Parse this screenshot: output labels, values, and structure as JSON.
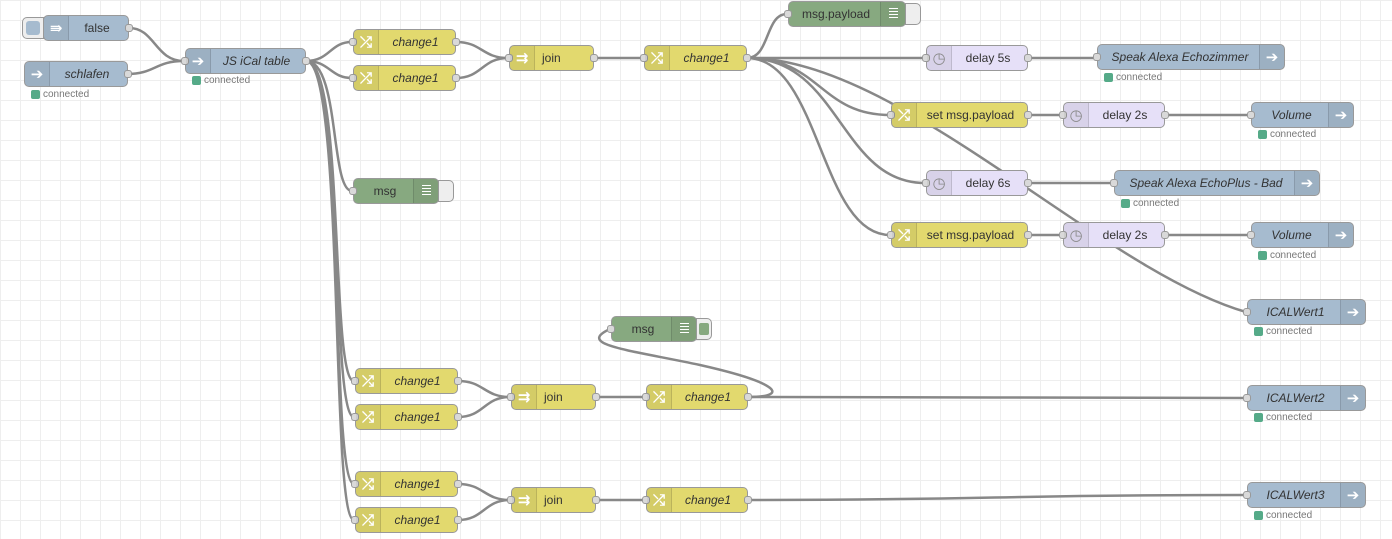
{
  "status_text": "connected",
  "nodes": {
    "inject_false": "false",
    "inject_schlafen": "schlafen",
    "ical": "JS iCal table",
    "ch_a1": "change1",
    "ch_a2": "change1",
    "join_a": "join",
    "ch_a3": "change1",
    "debug_payload": "msg.payload",
    "debug_msg1": "msg",
    "delay5": "delay 5s",
    "setpay1": "set msg.payload",
    "delay2a": "delay 2s",
    "delay6": "delay 6s",
    "setpay2": "set msg.payload",
    "delay2b": "delay 2s",
    "speak_echo": "Speak Alexa Echozimmer",
    "volume1": "Volume",
    "speak_plus": "Speak Alexa EchoPlus - Bad",
    "volume2": "Volume",
    "icalwert1": "ICALWert1",
    "debug_msg2": "msg",
    "ch_b1": "change1",
    "ch_b2": "change1",
    "join_b": "join",
    "ch_b3": "change1",
    "icalwert2": "ICALWert2",
    "ch_c1": "change1",
    "ch_c2": "change1",
    "join_c": "join",
    "ch_c3": "change1",
    "icalwert3": "ICALWert3"
  },
  "colors": {
    "function": "#e2d96e",
    "alexa": "#a6bbcf",
    "debug": "#87a980",
    "delay": "#e6e0f8",
    "wire": "#888888",
    "status_ok": "#55aa88"
  }
}
